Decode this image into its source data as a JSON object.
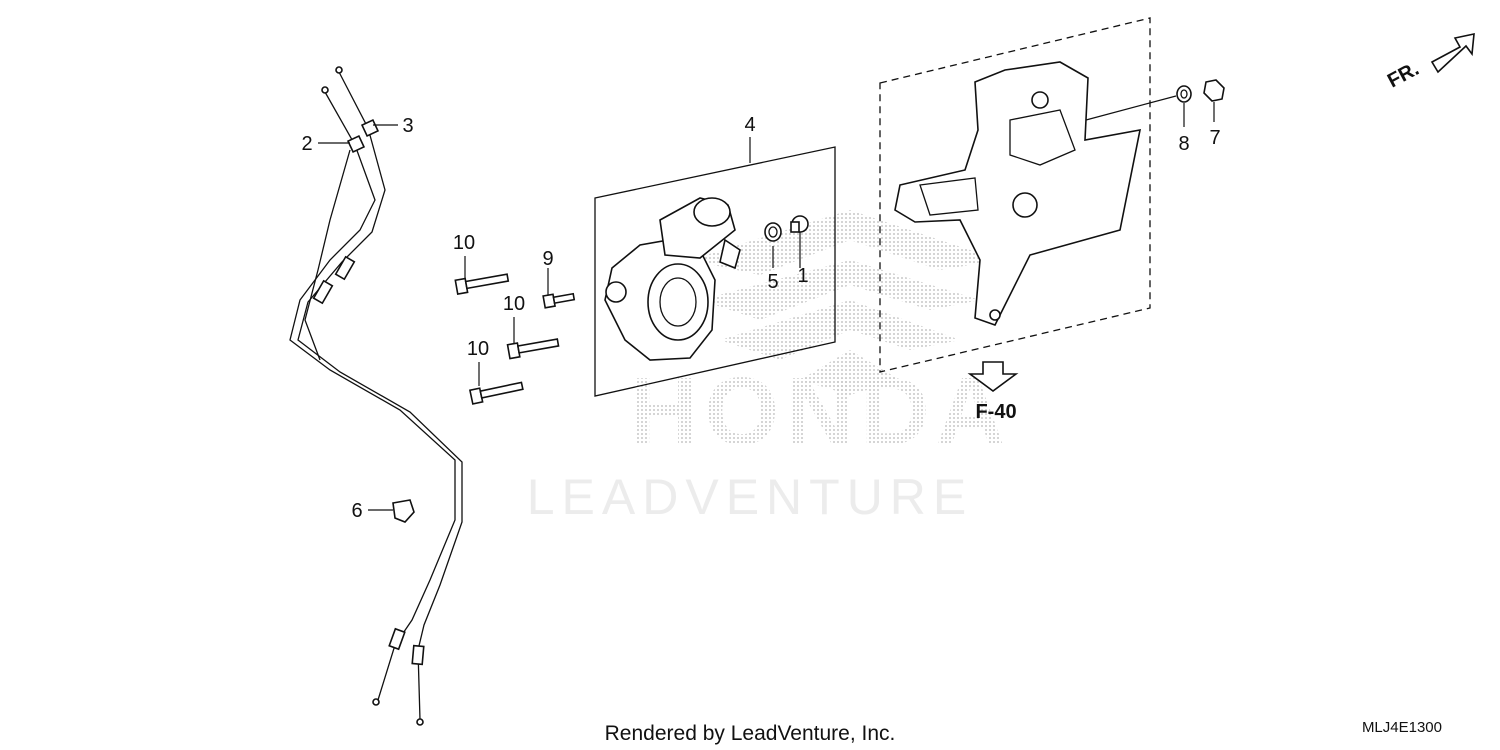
{
  "diagram": {
    "callouts": {
      "p1": "1",
      "p2": "2",
      "p3": "3",
      "p4": "4",
      "p5": "5",
      "p6": "6",
      "p7": "7",
      "p8": "8",
      "p9": "9",
      "p10a": "10",
      "p10b": "10",
      "p10c": "10"
    },
    "reference": "F-40",
    "direction": "FR.",
    "watermark": {
      "brand": "HONDA",
      "publisher": "LEADVENTURE"
    },
    "footer": "Rendered by LeadVenture, Inc.",
    "diagram_code": "MLJ4E1300"
  }
}
